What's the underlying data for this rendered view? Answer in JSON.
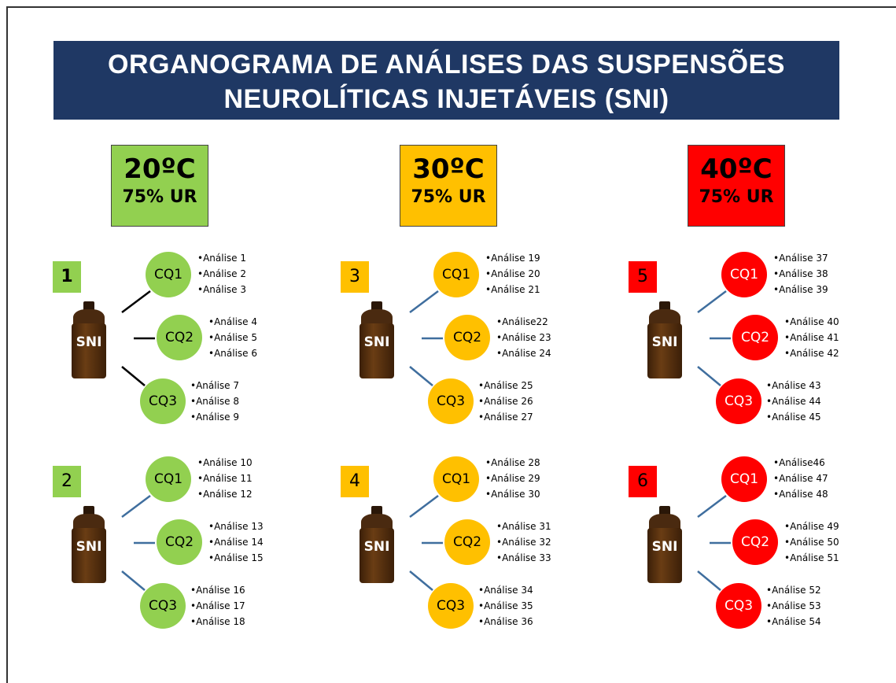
{
  "title": {
    "line1": "ORGANOGRAMA DE ANÁLISES DAS SUSPENSÕES",
    "line2": "NEUROLÍTICAS INJETÁVEIS (SNI)"
  },
  "colors": {
    "green": "#92d050",
    "yellow": "#ffc000",
    "red": "#ff0000",
    "title_bg": "#1f3864"
  },
  "conditions": [
    {
      "temp": "20ºC",
      "humidity": "75% UR",
      "color": "#92d050"
    },
    {
      "temp": "30ºC",
      "humidity": "75% UR",
      "color": "#ffc000"
    },
    {
      "temp": "40ºC",
      "humidity": "75% UR",
      "color": "#ff0000"
    }
  ],
  "groups": [
    {
      "number": "1",
      "sample": "SNI",
      "cq": [
        {
          "label": "CQ1",
          "analyses": [
            "•Análise 1",
            "•Análise 2",
            "•Análise 3"
          ]
        },
        {
          "label": "CQ2",
          "analyses": [
            "•Análise 4",
            "•Análise 5",
            "•Análise 6"
          ]
        },
        {
          "label": "CQ3",
          "analyses": [
            "•Análise 7",
            "•Análise 8",
            "•Análise 9"
          ]
        }
      ]
    },
    {
      "number": "2",
      "sample": "SNI",
      "cq": [
        {
          "label": "CQ1",
          "analyses": [
            "•Análise 10",
            "•Análise 11",
            "•Análise 12"
          ]
        },
        {
          "label": "CQ2",
          "analyses": [
            "•Análise 13",
            "•Análise 14",
            "•Análise 15"
          ]
        },
        {
          "label": "CQ3",
          "analyses": [
            "•Análise 16",
            "•Análise 17",
            "•Análise 18"
          ]
        }
      ]
    },
    {
      "number": "3",
      "sample": "SNI",
      "cq": [
        {
          "label": "CQ1",
          "analyses": [
            "•Análise 19",
            "•Análise 20",
            "•Análise 21"
          ]
        },
        {
          "label": "CQ2",
          "analyses": [
            "•Análise22",
            "•Análise 23",
            "•Análise 24"
          ]
        },
        {
          "label": "CQ3",
          "analyses": [
            "•Análise 25",
            "•Análise 26",
            "•Análise 27"
          ]
        }
      ]
    },
    {
      "number": "4",
      "sample": "SNI",
      "cq": [
        {
          "label": "CQ1",
          "analyses": [
            "•Análise 28",
            "•Análise 29",
            "•Análise 30"
          ]
        },
        {
          "label": "CQ2",
          "analyses": [
            "•Análise 31",
            "•Análise 32",
            "•Análise 33"
          ]
        },
        {
          "label": "CQ3",
          "analyses": [
            "•Análise 34",
            "•Análise 35",
            "•Análise 36"
          ]
        }
      ]
    },
    {
      "number": "5",
      "sample": "SNI",
      "cq": [
        {
          "label": "CQ1",
          "analyses": [
            "•Análise 37",
            "•Análise 38",
            "•Análise 39"
          ]
        },
        {
          "label": "CQ2",
          "analyses": [
            "•Análise 40",
            "•Análise 41",
            "•Análise 42"
          ]
        },
        {
          "label": "CQ3",
          "analyses": [
            "•Análise 43",
            "•Análise 44",
            "•Análise 45"
          ]
        }
      ]
    },
    {
      "number": "6",
      "sample": "SNI",
      "cq": [
        {
          "label": "CQ1",
          "analyses": [
            "•Análise46",
            "•Análise 47",
            "•Análise 48"
          ]
        },
        {
          "label": "CQ2",
          "analyses": [
            "•Análise 49",
            "•Análise 50",
            "•Análise 51"
          ]
        },
        {
          "label": "CQ3",
          "analyses": [
            "•Análise 52",
            "•Análise 53",
            "•Análise 54"
          ]
        }
      ]
    }
  ]
}
